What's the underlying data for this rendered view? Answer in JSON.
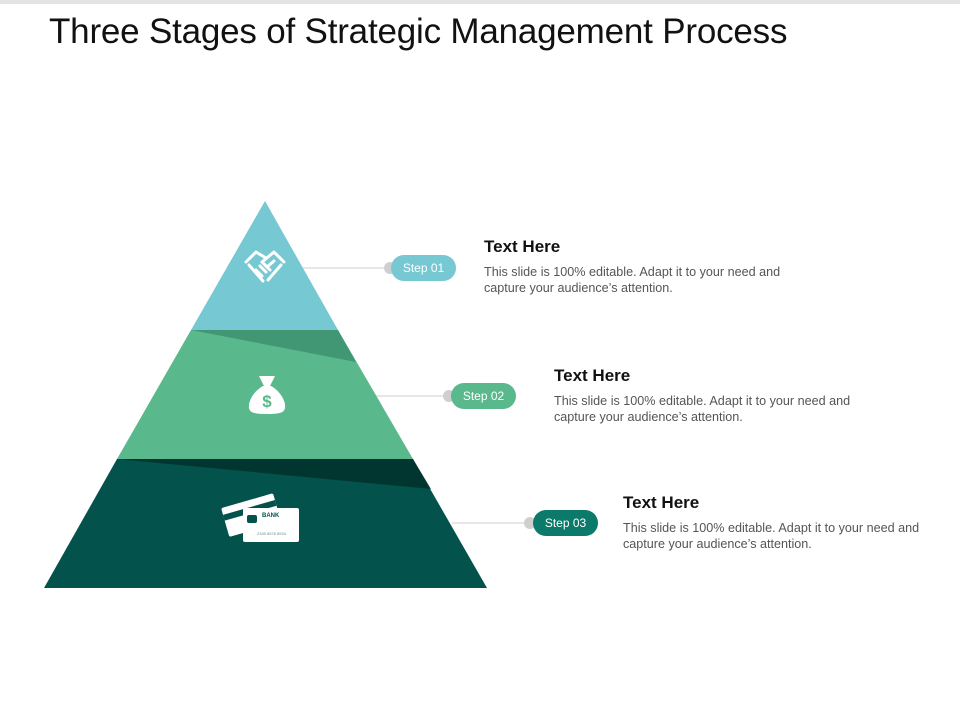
{
  "title": "Three Stages of Strategic Management Process",
  "colors": {
    "stage1": "#76c8d2",
    "stage2": "#5ab98c",
    "stage3": "#03524b",
    "connector": "#cfcfcf"
  },
  "stages": [
    {
      "step_label": "Step 01",
      "heading": "Text Here",
      "body": "This slide is 100%  editable. Adapt it to your need and capture your audience’s attention.",
      "icon": "handshake-icon"
    },
    {
      "step_label": "Step 02",
      "heading": "Text Here",
      "body": "This slide is 100%  editable. Adapt it to your need and capture your audience’s attention.",
      "icon": "money-bag-icon"
    },
    {
      "step_label": "Step 03",
      "heading": "Text Here",
      "body": "This slide is 100%  editable. Adapt it to your need and capture your audience’s attention.",
      "icon": "bank-card-icon",
      "card_brand": "BANK",
      "card_number": "2345 6578 8934"
    }
  ]
}
